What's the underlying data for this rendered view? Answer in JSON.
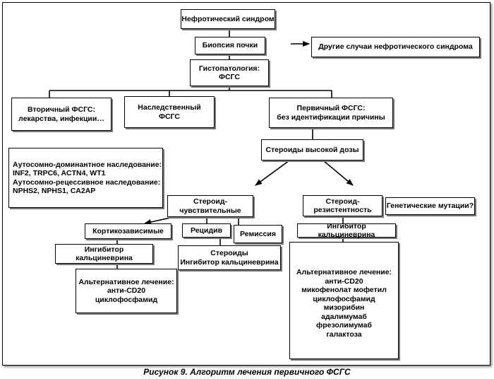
{
  "nodes": {
    "nephrotic": [
      "Нефротический синдром"
    ],
    "biopsy": [
      "Биопсия почки"
    ],
    "other_cases": [
      "Другие случаи нефротического синдрома"
    ],
    "histopath": [
      "Гистопатология:",
      "ФСГС"
    ],
    "secondary": [
      "Вторичный ФСГС:",
      "лекарства, инфекции…"
    ],
    "hereditary": [
      "Наследственный",
      "ФСГС"
    ],
    "primary": [
      "Первичный ФСГС:",
      "без идентификации причины"
    ],
    "inheritance": [
      "Аутосомно-доминантное наследование:",
      "INF2, TRPC6, ACTN4, WT1",
      "Аутосомно-рецессивное наследование:",
      "NPHS2, NPHS1, CA2AP"
    ],
    "high_dose": [
      "Стероиды высокой дозы"
    ],
    "sensitive": [
      "Стероид-",
      "чувствительные"
    ],
    "resistant": [
      "Стероид-",
      "резистентность"
    ],
    "genetic": [
      "Генетические мутации?"
    ],
    "dependent": [
      "Кортикозависимые"
    ],
    "relapse": [
      "Рецидив"
    ],
    "remission": [
      "Ремиссия"
    ],
    "cni_left": [
      "Ингибитор кальциневрина"
    ],
    "steroids_cni": [
      "Стероиды",
      "Ингибитор кальциневрина"
    ],
    "alt_left": [
      "Альтернативное лечение:",
      "анти-CD20",
      "циклофосфамид"
    ],
    "cni_right": [
      "Ингибитор кальциневрина"
    ],
    "alt_right": [
      "Альтернативное лечение:",
      "анти-CD20",
      "микофенолат мофетил",
      "циклофосфамид",
      "мизорибин",
      "адалимумаб",
      "фрезолимумаб",
      "галактоза"
    ]
  },
  "caption": "Рисунок 9. Алгоритм лечения первичного ФСГС"
}
